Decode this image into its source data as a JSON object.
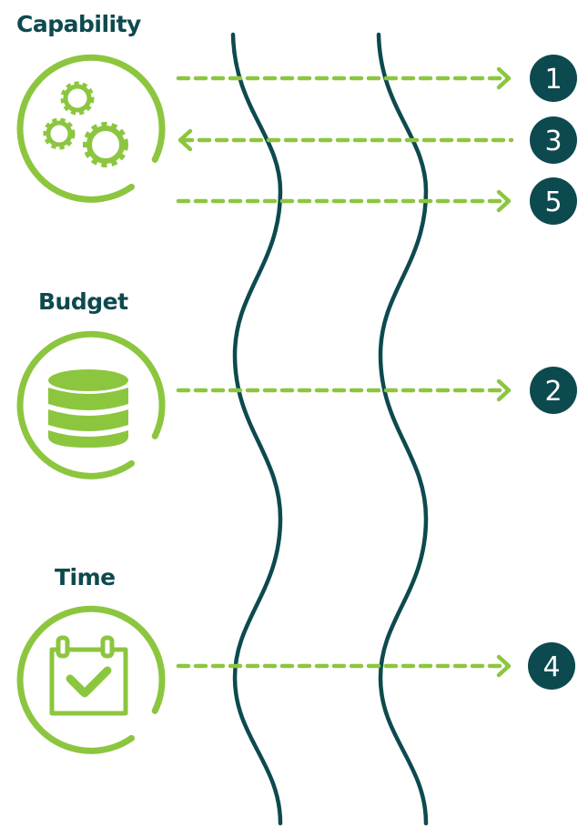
{
  "labels": {
    "capability": "Capability",
    "budget": "Budget",
    "time": "Time"
  },
  "icons": {
    "capability": "gears-icon",
    "budget": "database-icon",
    "time": "calendar-check-icon"
  },
  "steps": [
    {
      "number": "1",
      "direction": "right",
      "from": "capability"
    },
    {
      "number": "3",
      "direction": "left",
      "from": "capability"
    },
    {
      "number": "5",
      "direction": "right",
      "from": "capability"
    },
    {
      "number": "2",
      "direction": "right",
      "from": "budget"
    },
    {
      "number": "4",
      "direction": "right",
      "from": "time"
    }
  ],
  "colors": {
    "green": "#8cc63f",
    "teal": "#0d4a4f",
    "background": "#ffffff"
  }
}
